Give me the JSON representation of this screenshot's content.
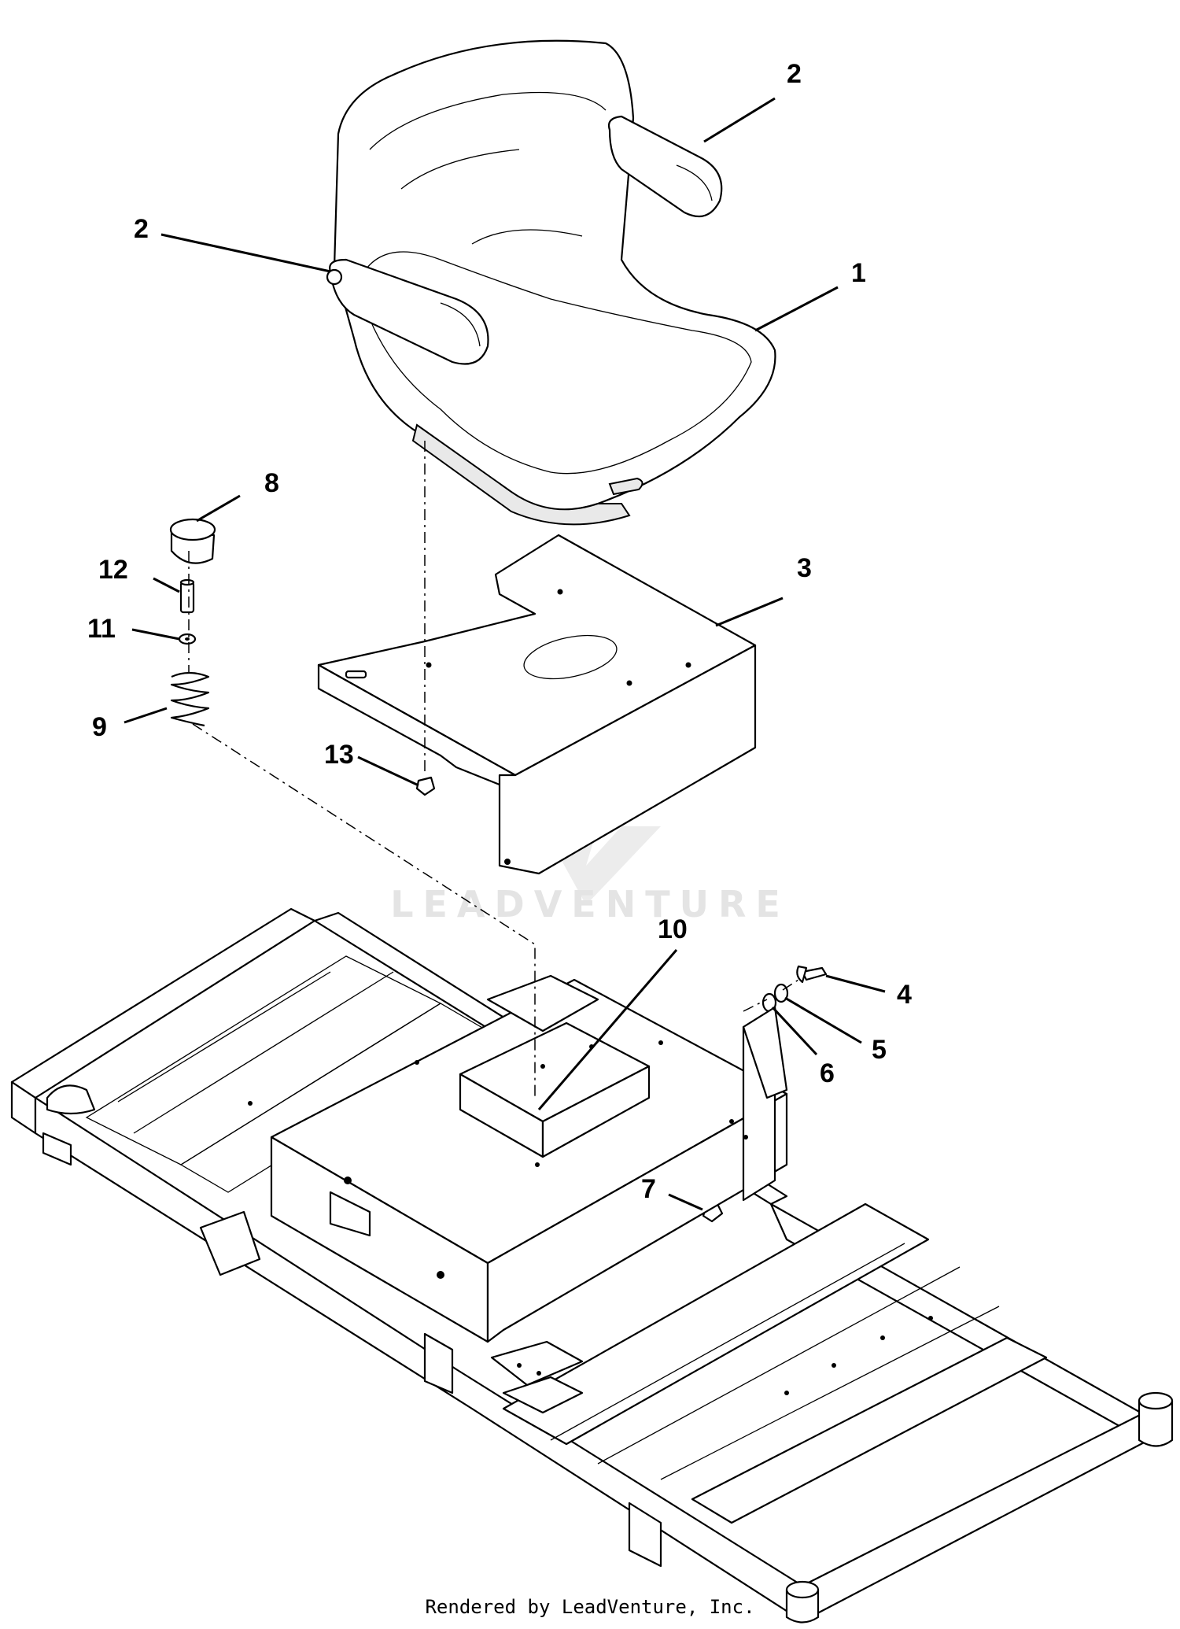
{
  "watermark": {
    "text": "LEADVENTURE"
  },
  "callouts": [
    "1",
    "2",
    "2",
    "3",
    "4",
    "5",
    "6",
    "7",
    "8",
    "9",
    "10",
    "11",
    "12",
    "13"
  ],
  "footer": {
    "credit": "Rendered by LeadVenture, Inc."
  },
  "colors": {
    "line": "#000000",
    "background": "#ffffff",
    "watermark": "#e4e4e4"
  }
}
